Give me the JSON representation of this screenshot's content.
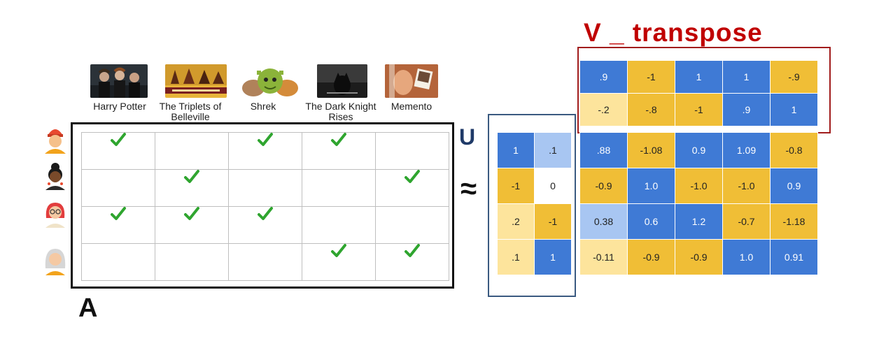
{
  "titles": {
    "v_transpose": "V _ transpose",
    "u": "U",
    "a": "A",
    "approx": "≈"
  },
  "movies": [
    {
      "name": "Harry Potter"
    },
    {
      "name": "The Triplets of Belleville"
    },
    {
      "name": "Shrek"
    },
    {
      "name": "The Dark Knight Rises"
    },
    {
      "name": "Memento"
    }
  ],
  "ratings": [
    [
      1,
      0,
      1,
      1,
      0
    ],
    [
      0,
      1,
      0,
      0,
      1
    ],
    [
      1,
      1,
      1,
      0,
      0
    ],
    [
      0,
      0,
      0,
      1,
      1
    ]
  ],
  "u_matrix": [
    [
      {
        "v": "1",
        "c": "blue"
      },
      {
        "v": ".1",
        "c": "lblue"
      }
    ],
    [
      {
        "v": "-1",
        "c": "gold"
      },
      {
        "v": "0",
        "c": "white"
      }
    ],
    [
      {
        "v": ".2",
        "c": "pale"
      },
      {
        "v": "-1",
        "c": "gold"
      }
    ],
    [
      {
        "v": ".1",
        "c": "pale"
      },
      {
        "v": "1",
        "c": "blue"
      }
    ]
  ],
  "vt_matrix": [
    [
      {
        "v": ".9",
        "c": "blue"
      },
      {
        "v": "-1",
        "c": "gold"
      },
      {
        "v": "1",
        "c": "blue"
      },
      {
        "v": "1",
        "c": "blue"
      },
      {
        "v": "-.9",
        "c": "gold"
      }
    ],
    [
      {
        "v": "-.2",
        "c": "pale"
      },
      {
        "v": "-.8",
        "c": "gold"
      },
      {
        "v": "-1",
        "c": "gold"
      },
      {
        "v": ".9",
        "c": "blue"
      },
      {
        "v": "1",
        "c": "blue"
      }
    ]
  ],
  "product_matrix": [
    [
      {
        "v": ".88",
        "c": "blue"
      },
      {
        "v": "-1.08",
        "c": "gold"
      },
      {
        "v": "0.9",
        "c": "blue"
      },
      {
        "v": "1.09",
        "c": "blue"
      },
      {
        "v": "-0.8",
        "c": "gold"
      }
    ],
    [
      {
        "v": "-0.9",
        "c": "gold"
      },
      {
        "v": "1.0",
        "c": "blue"
      },
      {
        "v": "-1.0",
        "c": "gold"
      },
      {
        "v": "-1.0",
        "c": "gold"
      },
      {
        "v": "0.9",
        "c": "blue"
      }
    ],
    [
      {
        "v": "0.38",
        "c": "lblue"
      },
      {
        "v": "0.6",
        "c": "blue"
      },
      {
        "v": "1.2",
        "c": "blue"
      },
      {
        "v": "-0.7",
        "c": "gold"
      },
      {
        "v": "-1.18",
        "c": "gold"
      }
    ],
    [
      {
        "v": "-0.11",
        "c": "pale"
      },
      {
        "v": "-0.9",
        "c": "gold"
      },
      {
        "v": "-0.9",
        "c": "gold"
      },
      {
        "v": "1.0",
        "c": "blue"
      },
      {
        "v": "0.91",
        "c": "blue"
      }
    ]
  ],
  "colors": {
    "blue": "#3f7ad5",
    "gold": "#f0be36",
    "light_blue": "#a8c6f2",
    "pale_yellow": "#fde49c",
    "check": "#2fa52f",
    "vt_border": "#a11c1c",
    "u_border": "#3a5a80"
  }
}
